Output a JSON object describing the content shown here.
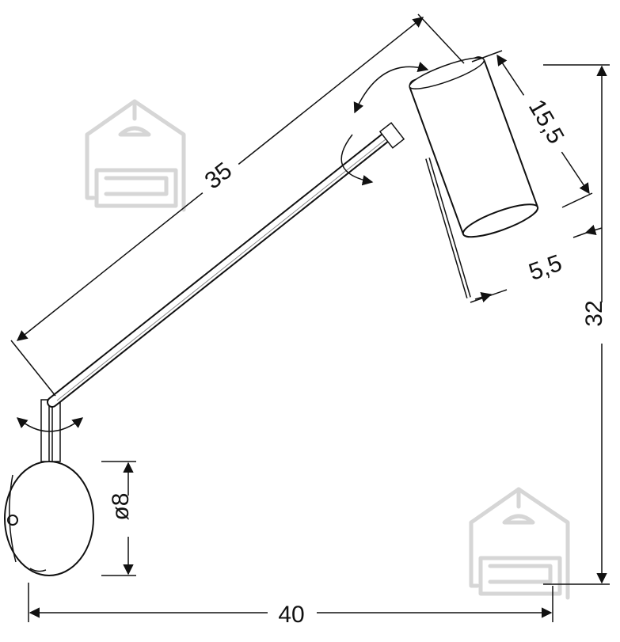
{
  "dimensions": {
    "arm_length": "35",
    "shade_length": "15,5",
    "shade_diameter": "5,5",
    "total_height": "32",
    "base_diameter": "ø8",
    "total_width": "40"
  },
  "watermark": {
    "icon": "house-with-lamp-and-sofa-logo"
  },
  "colors": {
    "line": "#111111",
    "watermark": "#d6d6d6",
    "background": "#ffffff"
  }
}
